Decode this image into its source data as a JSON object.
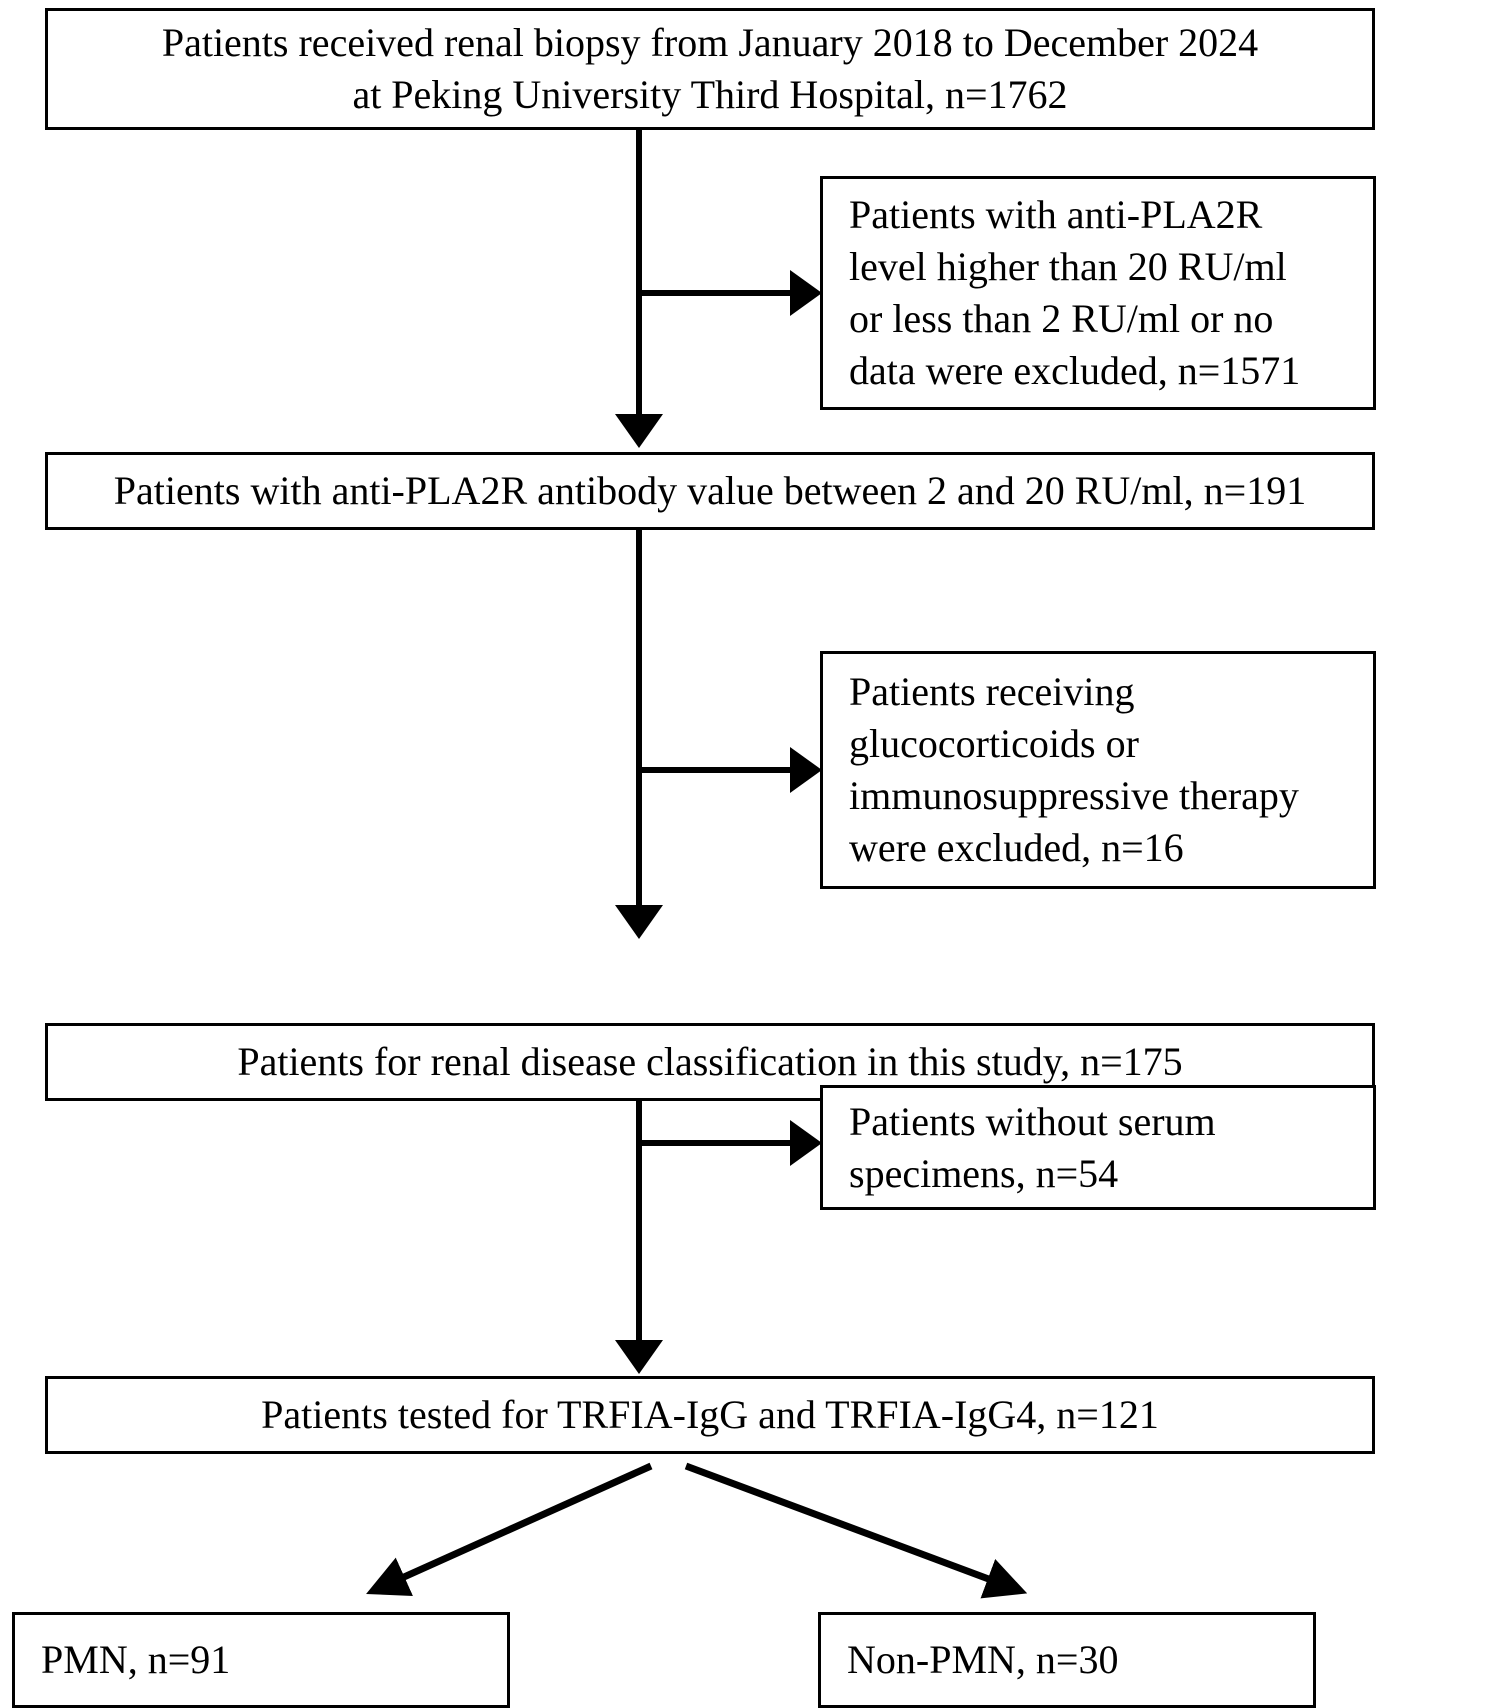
{
  "chart_data": {
    "type": "flowchart",
    "title": "Patient selection flow diagram",
    "orientation": "top-to-bottom",
    "nodes": [
      {
        "id": "enrolled",
        "label": "Patients received renal biopsy from January 2018 to December 2024\nat Peking University Third Hospital, n=1762",
        "n": 1762,
        "kind": "main"
      },
      {
        "id": "excl_pla2r",
        "label": "Patients with anti-PLA2R\nlevel higher than 20 RU/ml\nor less than 2 RU/ml or no\ndata were excluded, n=1571",
        "n": 1571,
        "kind": "exclusion"
      },
      {
        "id": "between",
        "label": "Patients with anti-PLA2R antibody value between 2 and 20 RU/ml, n=191",
        "n": 191,
        "kind": "main"
      },
      {
        "id": "excl_immuno",
        "label": "Patients receiving\nglucocorticoids or\nimmunosuppressive therapy\nwere excluded, n=16",
        "n": 16,
        "kind": "exclusion"
      },
      {
        "id": "classified",
        "label": "Patients for renal disease classification in this study, n=175",
        "n": 175,
        "kind": "main"
      },
      {
        "id": "excl_serum",
        "label": "Patients without serum\nspecimens, n=54",
        "n": 54,
        "kind": "exclusion"
      },
      {
        "id": "tested",
        "label": "Patients tested for TRFIA-IgG and TRFIA-IgG4, n=121",
        "n": 121,
        "kind": "main"
      },
      {
        "id": "pmn",
        "label": "PMN, n=91",
        "n": 91,
        "kind": "outcome"
      },
      {
        "id": "non_pmn",
        "label": "Non-PMN, n=30",
        "n": 30,
        "kind": "outcome"
      }
    ],
    "edges": [
      {
        "from": "enrolled",
        "to": "excl_pla2r",
        "style": "horizontal-arrow"
      },
      {
        "from": "enrolled",
        "to": "between",
        "style": "vertical-arrow"
      },
      {
        "from": "between",
        "to": "excl_immuno",
        "style": "horizontal-arrow"
      },
      {
        "from": "between",
        "to": "classified",
        "style": "vertical-arrow"
      },
      {
        "from": "classified",
        "to": "excl_serum",
        "style": "horizontal-arrow"
      },
      {
        "from": "classified",
        "to": "tested",
        "style": "vertical-arrow"
      },
      {
        "from": "tested",
        "to": "pmn",
        "style": "diagonal-arrow"
      },
      {
        "from": "tested",
        "to": "non_pmn",
        "style": "diagonal-arrow"
      }
    ],
    "colors": {
      "stroke": "#000000",
      "fill": "#ffffff",
      "text": "#000000"
    }
  },
  "nodes": {
    "enrolled": "Patients received renal biopsy from January 2018 to December 2024\nat Peking University Third Hospital, n=1762",
    "excl_pla2r": "Patients with anti-PLA2R\nlevel higher than 20 RU/ml\nor less than 2 RU/ml or no\ndata were excluded, n=1571",
    "between": "Patients with anti-PLA2R antibody value between 2 and 20 RU/ml, n=191",
    "excl_immuno": "Patients receiving\nglucocorticoids or\nimmunosuppressive therapy\nwere excluded, n=16",
    "classified": "Patients for renal disease classification in this study, n=175",
    "excl_serum": "Patients without serum\nspecimens, n=54",
    "tested": "Patients tested for TRFIA-IgG and TRFIA-IgG4, n=121",
    "pmn": "PMN, n=91",
    "non_pmn": "Non-PMN, n=30"
  }
}
